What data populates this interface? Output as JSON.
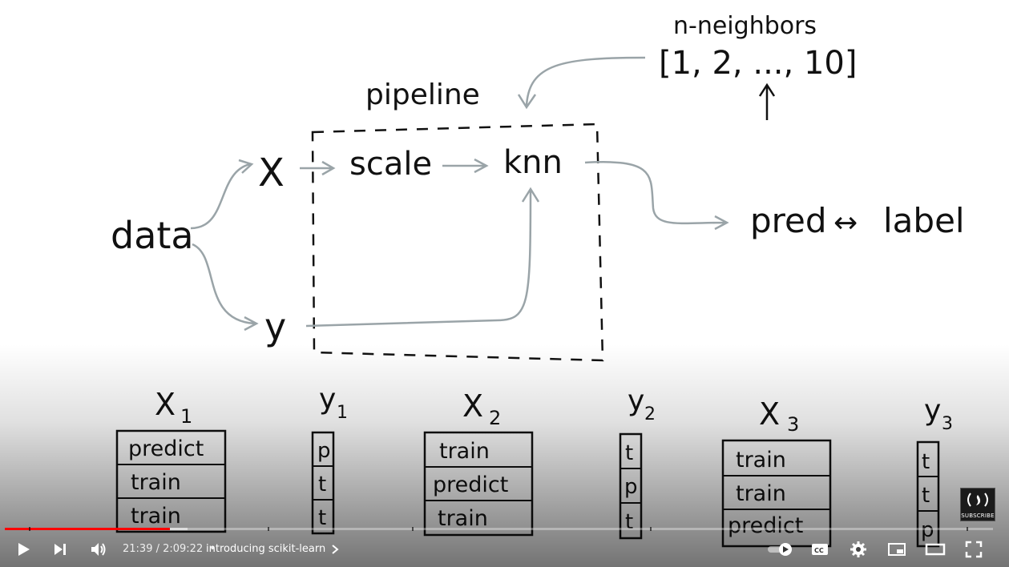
{
  "diagram": {
    "n_neighbors_label": "n-neighbors",
    "n_neighbors_list": "[1, 2, ..., 10]",
    "pipeline_label": "pipeline",
    "data_label": "data",
    "x_label": "X",
    "y_label": "y",
    "scale_label": "scale",
    "knn_label": "knn",
    "pred_label": "pred",
    "arrow_label": "↔",
    "label_label": "label"
  },
  "folds": [
    {
      "x_label": "X",
      "x_sub": "1",
      "y_label": "y",
      "y_sub": "1",
      "rows": [
        "predict",
        "train",
        "train"
      ],
      "y_rows": [
        "p",
        "t",
        "t"
      ]
    },
    {
      "x_label": "X",
      "x_sub": "2",
      "y_label": "y",
      "y_sub": "2",
      "rows": [
        "train",
        "predict",
        "train"
      ],
      "y_rows": [
        "t",
        "p",
        "t"
      ]
    },
    {
      "x_label": "X",
      "x_sub": "3",
      "y_label": "y",
      "y_sub": "3",
      "rows": [
        "train",
        "train",
        "predict"
      ],
      "y_rows": [
        "t",
        "t",
        "p"
      ]
    }
  ],
  "player": {
    "time": "21:39 / 2:09:22",
    "separator": "•",
    "chapter": "introducing scikit-learn",
    "played_fraction": 0.167,
    "buffered_fraction": 0.185,
    "subscribe_label": "SUBSCRIBE",
    "icons": [
      "play-icon",
      "next-icon",
      "volume-icon",
      "autoplay-toggle-icon",
      "captions-icon",
      "settings-icon",
      "miniplayer-icon",
      "theater-icon",
      "fullscreen-icon"
    ]
  }
}
